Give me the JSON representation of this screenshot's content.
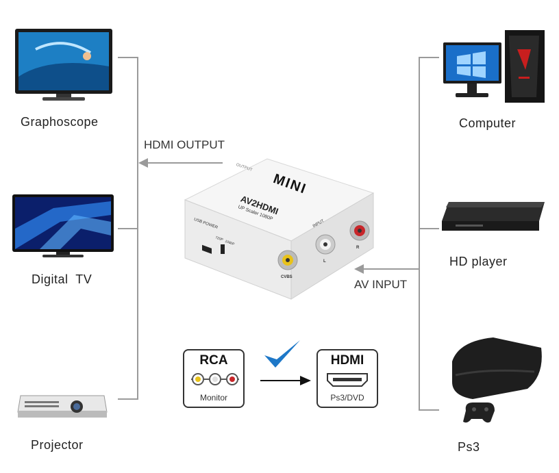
{
  "left_devices": [
    {
      "label": "Graphoscope",
      "icon": "tv-icon"
    },
    {
      "label": "Digital  TV",
      "icon": "tv-icon"
    },
    {
      "label": "Projector",
      "icon": "projector-icon"
    }
  ],
  "right_devices": [
    {
      "label": "Computer",
      "icon": "computer-icon"
    },
    {
      "label": "HD player",
      "icon": "hd-player-icon"
    },
    {
      "label": "Ps3",
      "icon": "game-console-icon"
    }
  ],
  "arrows": {
    "output": "HDMI OUTPUT",
    "input": "AV INPUT"
  },
  "converter": {
    "brand": "MINI",
    "model": "AV2HDMI",
    "subtitle": "UP Scaler 1080P",
    "output_port": "OUTPUT",
    "input_label": "INPUT",
    "power_label": "USB POWER",
    "switch_720": "720P",
    "switch_1080": "1080P",
    "cvbs": "CVBS",
    "l": "L",
    "r": "R"
  },
  "legend": {
    "rca_title": "RCA",
    "rca_sub": "Monitor",
    "hdmi_title": "HDMI",
    "hdmi_sub": "Ps3/DVD"
  },
  "colors": {
    "line": "#9a9a9a",
    "check": "#1e78c8",
    "rca_yellow": "#e8c21a",
    "rca_white": "#e8e8e8",
    "rca_red": "#c8262a"
  }
}
